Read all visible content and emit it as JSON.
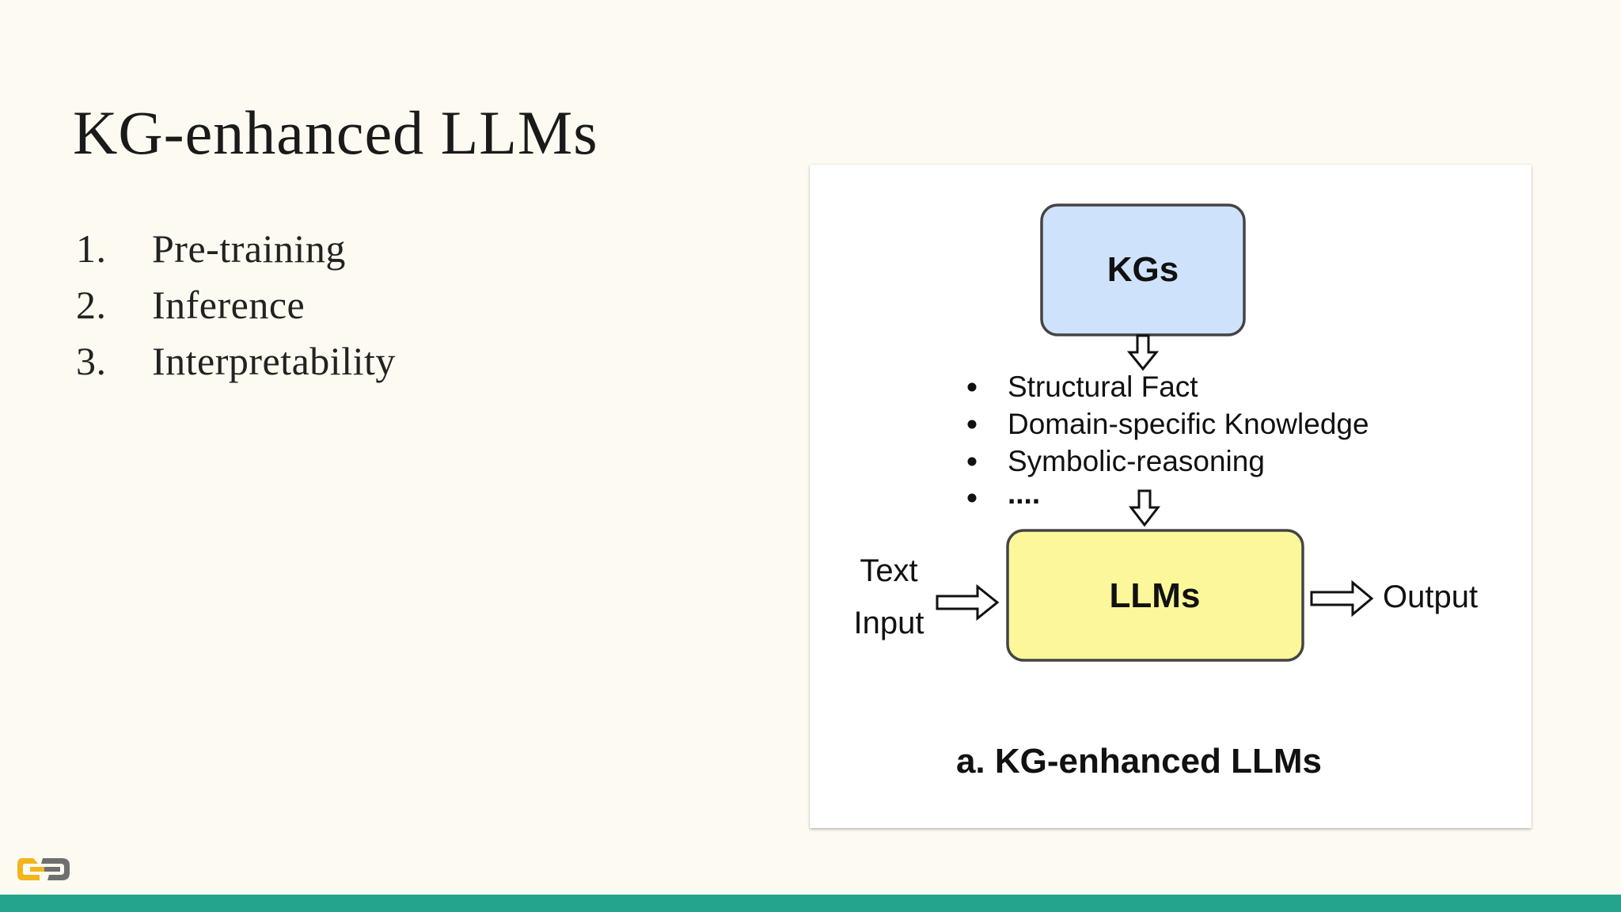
{
  "slide": {
    "title": "KG-enhanced LLMs",
    "list": [
      {
        "number": "1.",
        "label": "Pre-training"
      },
      {
        "number": "2.",
        "label": "Inference"
      },
      {
        "number": "3.",
        "label": "Interpretability"
      }
    ]
  },
  "diagram": {
    "kg_node": {
      "label": "KGs",
      "fill": "#cfe2fb"
    },
    "llm_node": {
      "label": "LLMs",
      "fill": "#fbf79a"
    },
    "bullets": [
      "Structural Fact",
      "Domain-specific Knowledge",
      "Symbolic-reasoning",
      "...."
    ],
    "input_label": [
      "Text",
      "Input"
    ],
    "output_label": "Output",
    "caption": "a. KG-enhanced LLMs"
  },
  "colors": {
    "background": "#fdfbf1",
    "footer_bar": "#24a48d",
    "logo_left": "#f2b51c",
    "logo_right": "#7a7a7a"
  },
  "icons": {
    "logo": "brand-logo-icon"
  }
}
